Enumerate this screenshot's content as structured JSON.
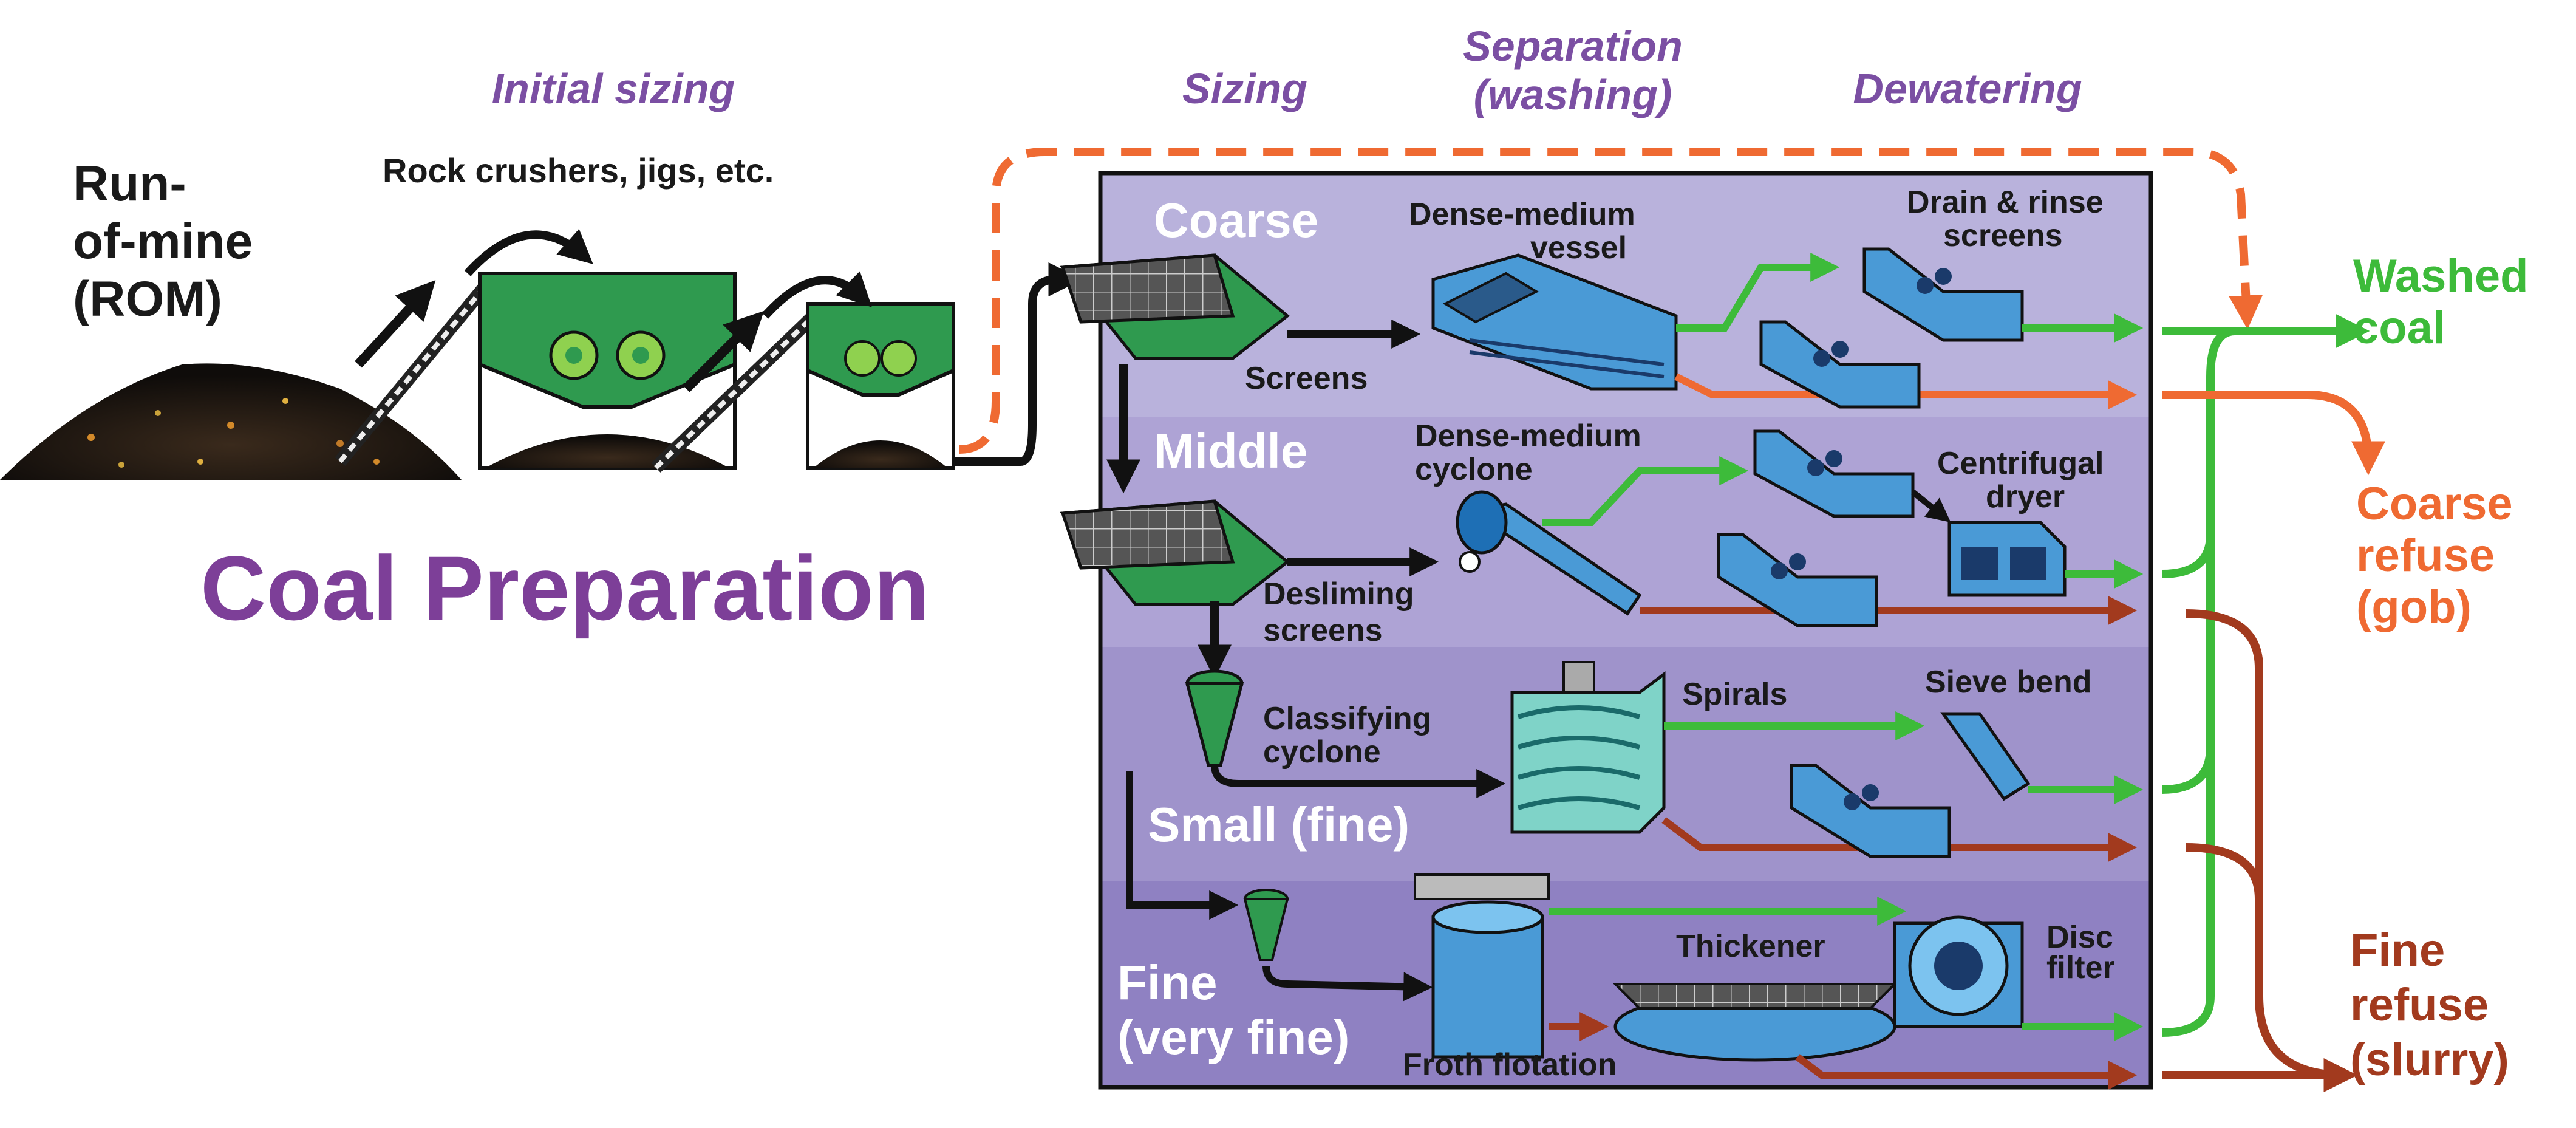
{
  "stages": {
    "initial_sizing": "Initial sizing",
    "sizing": "Sizing",
    "separation_line1": "Separation",
    "separation_line2": "(washing)",
    "dewatering": "Dewatering"
  },
  "left": {
    "rom_line1": "Run-",
    "rom_line2": "of-mine",
    "rom_line3": "(ROM)",
    "crushers": "Rock crushers, jigs, etc.",
    "title": "Coal Preparation"
  },
  "bands": {
    "coarse": "Coarse",
    "middle": "Middle",
    "small": "Small (fine)",
    "fine_line1": "Fine",
    "fine_line2": "(very fine)"
  },
  "equipment": {
    "screens": "Screens",
    "dm_vessel_line1": "Dense-medium",
    "dm_vessel_line2": "vessel",
    "drain_rinse_line1": "Drain & rinse",
    "drain_rinse_line2": "screens",
    "dm_cyclone_line1": "Dense-medium",
    "dm_cyclone_line2": "cyclone",
    "centrifugal_line1": "Centrifugal",
    "centrifugal_line2": "dryer",
    "desliming_line1": "Desliming",
    "desliming_line2": "screens",
    "classifying_line1": "Classifying",
    "classifying_line2": "cyclone",
    "spirals": "Spirals",
    "sieve_bend": "Sieve bend",
    "thickener": "Thickener",
    "disc_filter_line1": "Disc",
    "disc_filter_line2": "filter",
    "froth_flotation": "Froth flotation"
  },
  "outputs": {
    "washed_line1": "Washed",
    "washed_line2": "coal",
    "coarse_refuse_line1": "Coarse",
    "coarse_refuse_line2": "refuse",
    "coarse_refuse_line3": "(gob)",
    "fine_refuse_line1": "Fine",
    "fine_refuse_line2": "refuse",
    "fine_refuse_line3": "(slurry)"
  },
  "colors": {
    "stage_heading": "#7b4fa3",
    "title": "#7d3f98",
    "washed_coal": "#3dbb3a",
    "coarse_refuse": "#ef6a32",
    "fine_refuse": "#a23a1e",
    "equipment_blue": "#4a9ad6",
    "equipment_green": "#2f9a4f",
    "band_coarse": "#b9b2dc",
    "band_middle": "#aea3d5",
    "band_small": "#9f93cb",
    "band_fine": "#8f81c2"
  }
}
